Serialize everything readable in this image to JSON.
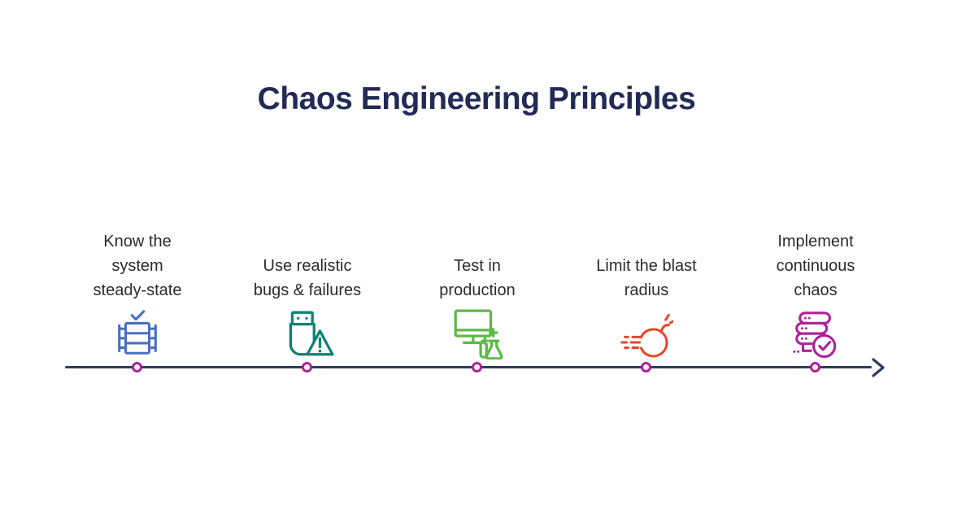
{
  "title": {
    "text": "Chaos Engineering Principles",
    "color": "#222B55"
  },
  "timeline": {
    "line_color": "#2F3B5E",
    "marker_ring_color": "#B0219A",
    "marker_fill": "#ffffff",
    "direction": "left-to-right-arrow"
  },
  "milestones": [
    {
      "label": "Know the system steady-state",
      "icon": "steady-state-server-check-icon",
      "icon_color": "#4A6FC3"
    },
    {
      "label": "Use realistic bugs & failures",
      "icon": "usb-drive-warning-icon",
      "icon_color": "#0E8276"
    },
    {
      "label": "Test in production",
      "icon": "monitor-flask-icon",
      "icon_color": "#5CBA47"
    },
    {
      "label": "Limit the blast radius",
      "icon": "bomb-blast-icon",
      "icon_color": "#E4472B"
    },
    {
      "label": "Implement continuous chaos",
      "icon": "server-stack-check-icon",
      "icon_color": "#B0219A"
    }
  ]
}
